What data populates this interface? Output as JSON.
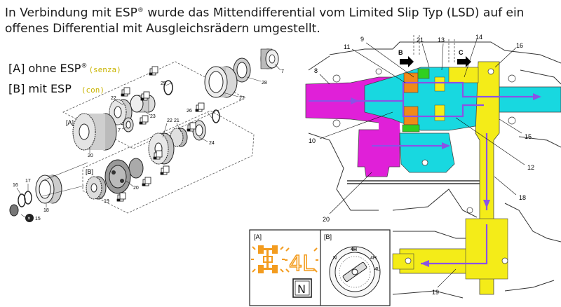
{
  "title": {
    "line1_prefix": "In Verbindung mit ESP",
    "reg": "®",
    "line1_suffix": " wurde das Mittendifferential vom Limited Slip Typ (LSD) auf ein",
    "line2": "offenes Differential mit Ausgleichsrädern umgestellt."
  },
  "legend": {
    "a_text": "[A] ohne ESP",
    "a_reg": "®",
    "a_tag": "(senza)",
    "b_text": "[B] mit ESP",
    "b_tag": "(con)"
  },
  "exploded": {
    "box_a_label": "[A]",
    "box_b_label": "[B]",
    "part_numbers": [
      "7",
      "28",
      "27",
      "25",
      "22",
      "23",
      "26",
      "21",
      "22",
      "24",
      "20",
      "7",
      "19",
      "20",
      "17",
      "16",
      "18",
      "15"
    ]
  },
  "section": {
    "callouts": [
      "9",
      "11",
      "21",
      "13",
      "14",
      "16",
      "8",
      "B",
      "C",
      "10",
      "15",
      "12",
      "18",
      "20",
      "19"
    ]
  },
  "inset": {
    "a_label": "[A]",
    "b_label": "[B]",
    "lamp_text": "4L",
    "neutral_text": "N",
    "knob_labels": [
      "N",
      "4H",
      "4H",
      "4L"
    ]
  },
  "colors": {
    "magenta": "#e020d8",
    "cyan": "#18d8e0",
    "yellow": "#f4ec18",
    "orange": "#f08a18",
    "green": "#30d020",
    "purple": "#8a52e6",
    "lamp": "#f39c1f",
    "tag": "#c9b400"
  }
}
